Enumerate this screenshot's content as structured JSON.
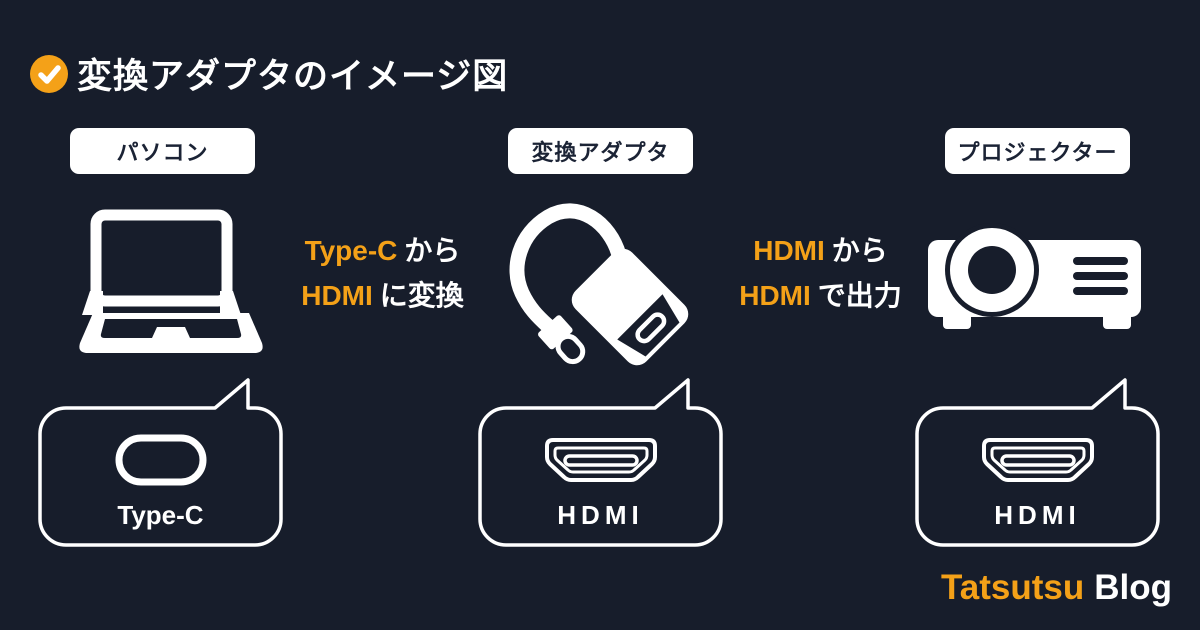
{
  "colors": {
    "background": "#171D2B",
    "accent_orange": "#F4A118",
    "white": "#FFFFFF",
    "label_text": "#1B2335"
  },
  "header": {
    "title": "変換アダプタのイメージ図",
    "icon": "check-circle-icon"
  },
  "columns": [
    {
      "label": "パソコン",
      "device_icon": "laptop-icon",
      "port_icon": "usb-type-c-port-icon",
      "port_label": "Type-C"
    },
    {
      "label": "変換アダプタ",
      "device_icon": "usb-c-to-hdmi-adapter-icon",
      "port_icon": "hdmi-port-icon",
      "port_label": "HDMI"
    },
    {
      "label": "プロジェクター",
      "device_icon": "projector-icon",
      "port_icon": "hdmi-port-icon",
      "port_label": "HDMI"
    }
  ],
  "flows": [
    {
      "lines": [
        {
          "accent": "Type-C",
          "rest": "から"
        },
        {
          "accent": "HDMI",
          "rest": "に変換"
        }
      ]
    },
    {
      "lines": [
        {
          "accent": "HDMI",
          "rest": "から"
        },
        {
          "accent": "HDMI",
          "rest": "で出力"
        }
      ]
    }
  ],
  "footer": {
    "brand_accent": "Tatsutsu",
    "brand_rest": "Blog"
  }
}
